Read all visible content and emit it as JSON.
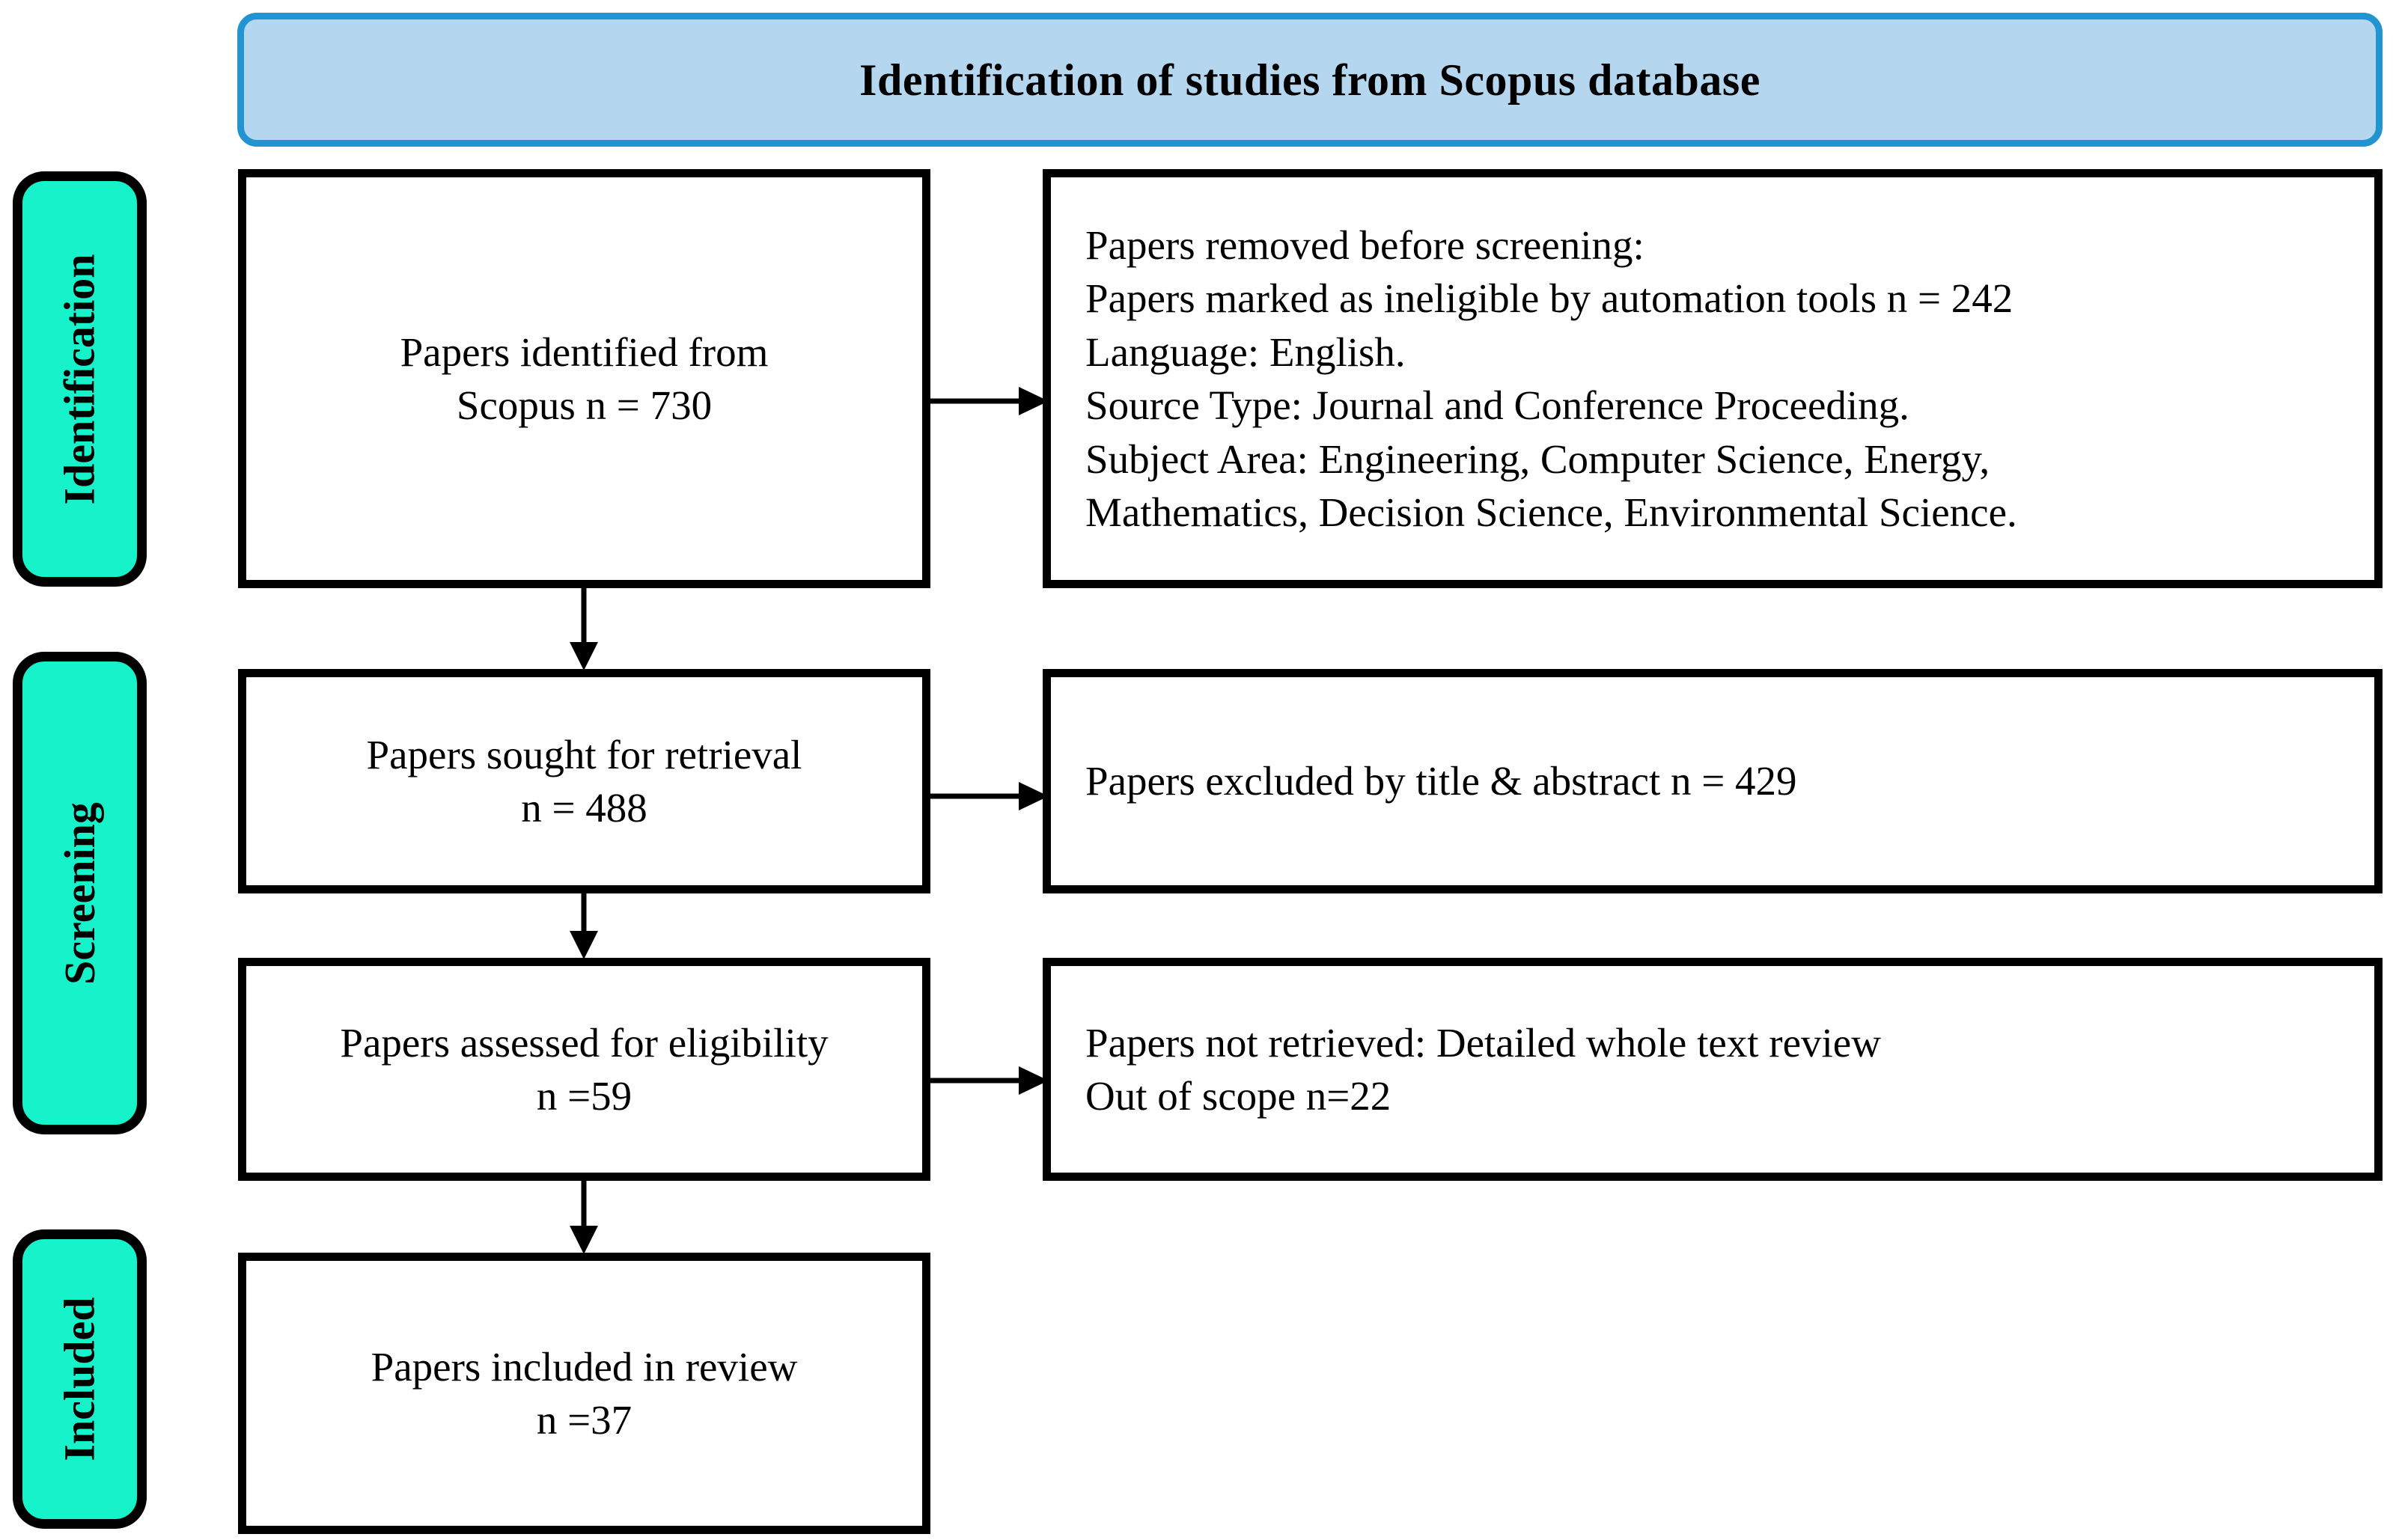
{
  "header": {
    "title": "Identification of studies from Scopus database",
    "fill_color": "#b4d6ee",
    "border_color": "#2294d2"
  },
  "stages": [
    {
      "id": "identification",
      "label": "Identification",
      "fill_color": "#16f2ca"
    },
    {
      "id": "screening",
      "label": "Screening",
      "fill_color": "#16f2ca"
    },
    {
      "id": "included",
      "label": "Included",
      "fill_color": "#16f2ca"
    }
  ],
  "boxes": {
    "identified": {
      "line1": "Papers identified from",
      "line2": "Scopus n = 730"
    },
    "removed": {
      "line1": "Papers removed before screening:",
      "line2": "Papers marked as ineligible by automation tools n = 242",
      "line3": "Language: English.",
      "line4": "Source Type: Journal and Conference Proceeding.",
      "line5": "Subject Area: Engineering, Computer Science, Energy,",
      "line6": "Mathematics, Decision Science, Environmental Science."
    },
    "sought": {
      "line1": "Papers sought for retrieval",
      "line2": "n = 488"
    },
    "excluded": {
      "line1": "Papers excluded by title & abstract n = 429"
    },
    "assessed": {
      "line1": "Papers assessed for eligibility",
      "line2": "n =59"
    },
    "not_retrieved": {
      "line1": "Papers not retrieved: Detailed whole text review",
      "line2": "Out of scope n=22"
    },
    "included": {
      "line1": "Papers included in review",
      "line2": "n =37"
    }
  },
  "counts": {
    "identified_scopus": 730,
    "removed_automation_tools": 242,
    "sought_for_retrieval": 488,
    "excluded_title_abstract": 429,
    "assessed_for_eligibility": 59,
    "not_retrieved_out_of_scope": 22,
    "included_in_review": 37
  }
}
